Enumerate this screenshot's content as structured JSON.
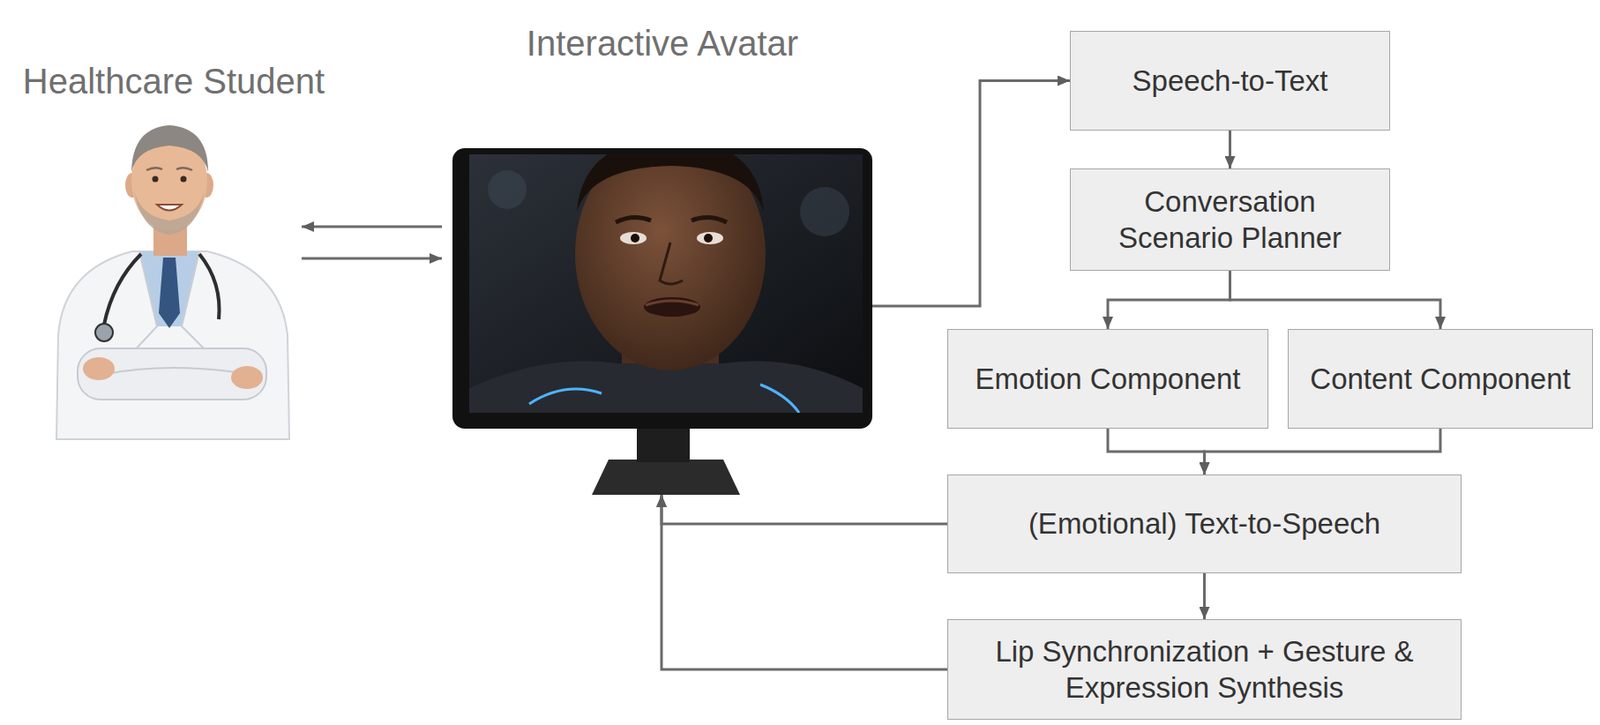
{
  "diagram": {
    "nodes": [
      {
        "text": [
          "Healthcare Student"
        ]
      },
      {
        "text": [
          "Interactive Avatar"
        ]
      },
      {
        "text": [
          "Speech-to-Text"
        ]
      },
      {
        "text": [
          "Conversation Scenario Planner"
        ]
      },
      {
        "text": [
          "Emotion Component"
        ]
      },
      {
        "text": [
          "Content Component"
        ]
      },
      {
        "text": [
          "(Emotional) Text-to-Speech"
        ]
      },
      {
        "text": [
          "Lip Synchronization + Gesture & Expression Synthesis"
        ]
      }
    ],
    "edges": [
      {
        "from": 1,
        "to": 0,
        "arrow": "to"
      },
      {
        "from": 0,
        "to": 1,
        "arrow": "to"
      },
      {
        "from": 1,
        "to": 2,
        "arrow": "to"
      },
      {
        "from": 2,
        "to": 3,
        "arrow": "to"
      },
      {
        "from": 3,
        "to": 4,
        "arrow": "to"
      },
      {
        "from": 3,
        "to": 5,
        "arrow": "to"
      },
      {
        "from": 4,
        "to": 6,
        "arrow": "to"
      },
      {
        "from": 5,
        "to": 6,
        "arrow": "to"
      },
      {
        "from": 6,
        "to": 7,
        "arrow": "to"
      },
      {
        "from": 6,
        "to": 1,
        "arrow": "to"
      },
      {
        "from": 7,
        "to": 1,
        "arrow": "to"
      }
    ]
  }
}
